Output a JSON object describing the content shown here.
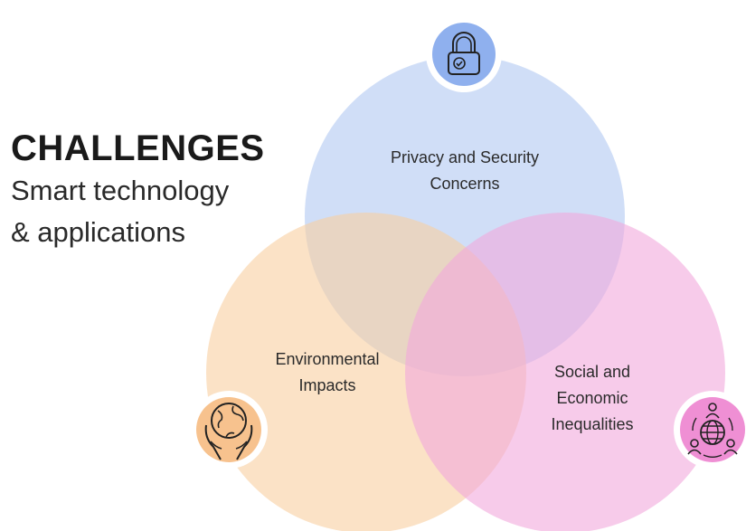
{
  "heading": {
    "title": "CHALLENGES",
    "subtitle_line1": "Smart technology",
    "subtitle_line2": "& applications"
  },
  "circles": [
    {
      "id": "privacy",
      "lines": [
        "Privacy and Security",
        "Concerns"
      ],
      "color": "#a9c3f0",
      "icon": "padlock-check-icon"
    },
    {
      "id": "environment",
      "lines": [
        "Environmental",
        "Impacts"
      ],
      "color": "#f9cfa0",
      "icon": "globe-in-hands-icon"
    },
    {
      "id": "social",
      "lines": [
        "Social and",
        "Economic",
        "Inequalities"
      ],
      "color": "#f2a9dc",
      "icon": "people-around-globe-icon"
    }
  ]
}
